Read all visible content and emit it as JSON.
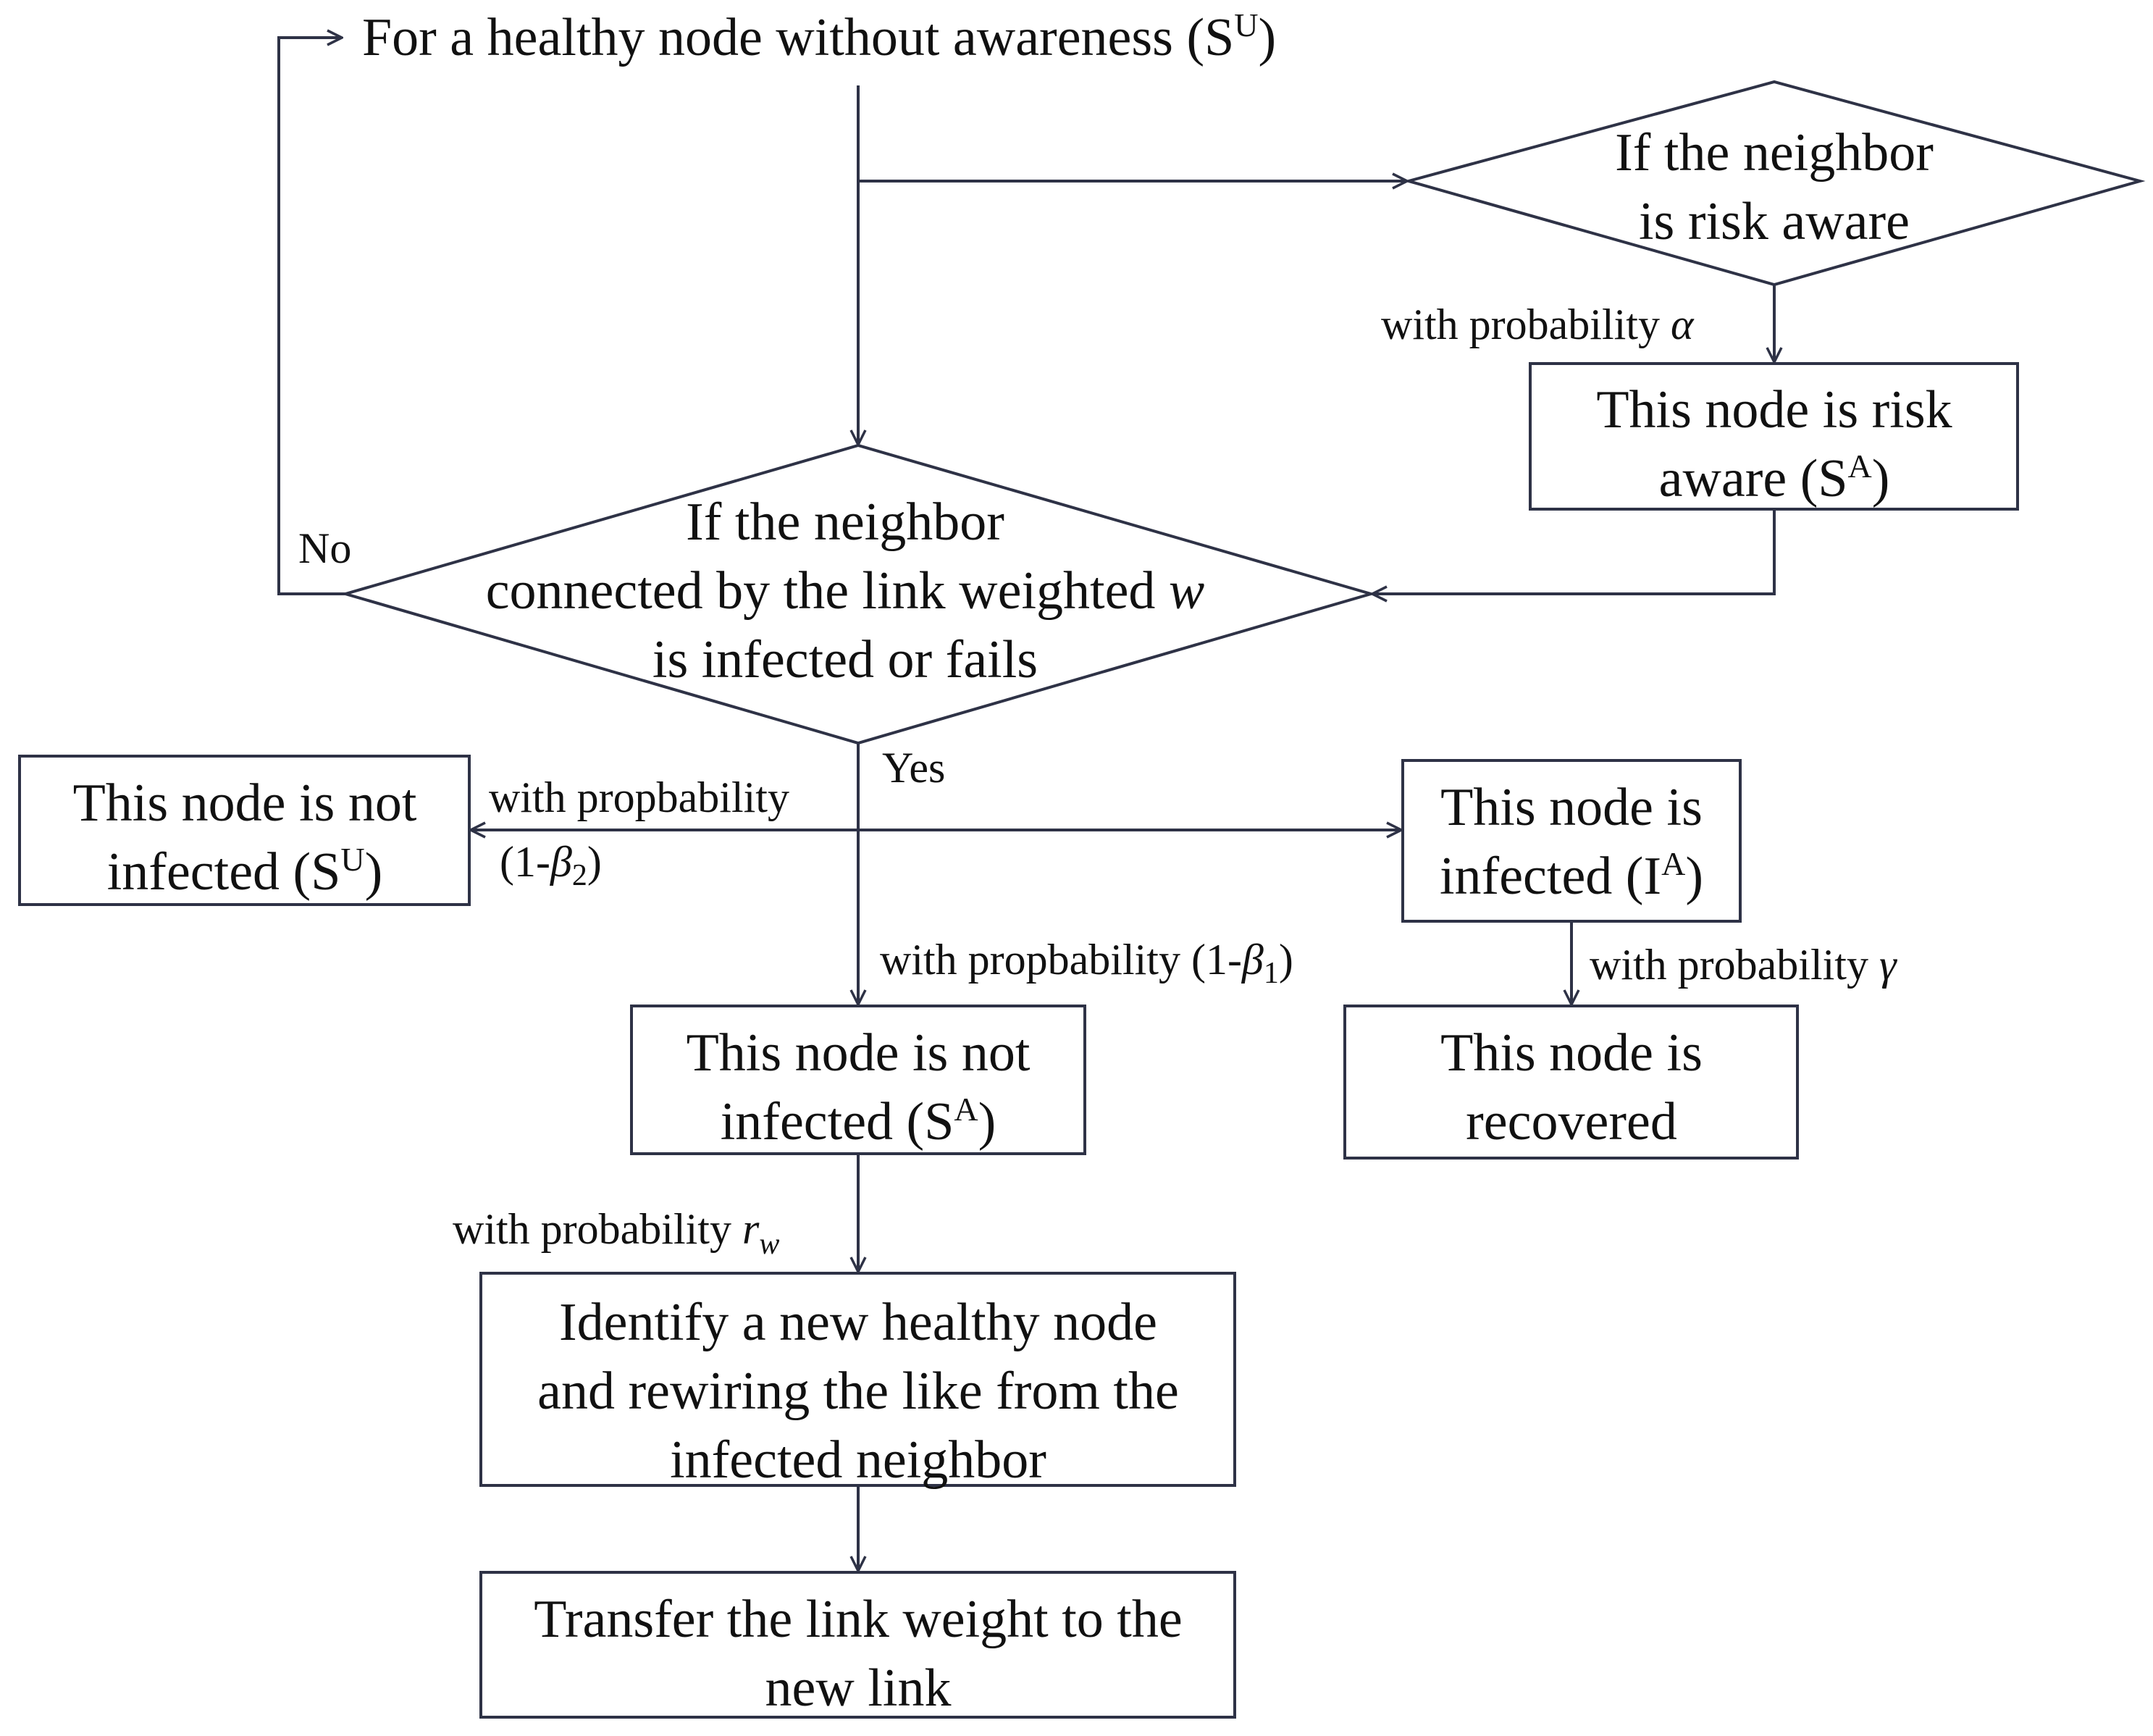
{
  "start": {
    "text": "For a healthy node without awareness (S",
    "sup": "U",
    "close": ")"
  },
  "decision_aware": {
    "line1": "If the neighbor",
    "line2": "is risk aware"
  },
  "label_alpha": {
    "text": "with probability ",
    "symbol": "α"
  },
  "box_risk_aware": {
    "line1": "This node is risk",
    "line2_text": "aware  (S",
    "sup": "A",
    "close": ")"
  },
  "decision_infected": {
    "line1": "If the neighbor",
    "line2_text": "connected by the link weighted ",
    "line2_var": "w",
    "line3": "is infected or fails"
  },
  "label_no": "No",
  "label_yes": "Yes",
  "box_not_infected_su": {
    "line1": "This node is not",
    "line2_text": "infected  (S",
    "sup": "U",
    "close": ")"
  },
  "label_beta2": {
    "line1": "with propbability",
    "line2_open": "(1-",
    "symbol": "β",
    "sub": "2",
    "close": ")"
  },
  "box_infected_ia": {
    "line1": "This node is",
    "line2_text": "infected (I",
    "sup": "A",
    "close": ")"
  },
  "label_beta1": {
    "text": "with propbability (1-",
    "symbol": "β",
    "sub": "1",
    "close": ")"
  },
  "label_gamma": {
    "text": "with probability ",
    "symbol": "γ"
  },
  "box_not_infected_sa": {
    "line1": "This node is not",
    "line2_text": "infected  (S",
    "sup": "A",
    "close": ")"
  },
  "box_recovered": {
    "line1": "This node is",
    "line2": "recovered"
  },
  "label_rw": {
    "text": "with probability ",
    "var": "r",
    "sub": "w"
  },
  "box_rewire": {
    "line1": "Identify a new healthy node",
    "line2": "and rewiring the like from the",
    "line3": "infected neighbor"
  },
  "box_transfer": {
    "line1": "Transfer the link weight to the",
    "line2": "new link"
  }
}
